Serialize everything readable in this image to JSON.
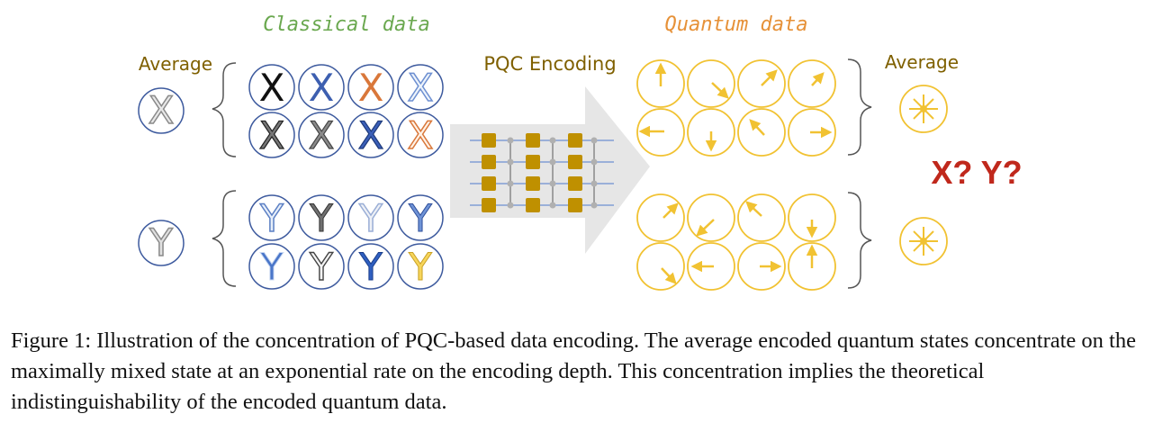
{
  "figure": {
    "classical_title": "Classical data",
    "quantum_title": "Quantum data",
    "encoding_label": "PQC Encoding",
    "average_left": "Average",
    "average_right": "Average",
    "question": "X? Y?",
    "avg_x_glyph": "X",
    "avg_y_glyph": "Y",
    "x_glyphs": [
      "X",
      "X",
      "X",
      "X",
      "X",
      "X",
      "X",
      "X"
    ],
    "y_glyphs": [
      "Y",
      "Y",
      "Y",
      "Y",
      "Y",
      "Y",
      "Y",
      "Y"
    ],
    "colors": {
      "classical_title": "#6aa84f",
      "quantum_title": "#e69138",
      "brown_text": "#7f6000",
      "circle_stroke": "#3d5a9e",
      "quantum_stroke": "#f1c232",
      "gate": "#bf9000",
      "wire": "#6d8fd1",
      "arrow_fill": "#e6e6e6",
      "question": "#c0281c"
    }
  },
  "caption": {
    "text": "Figure 1: Illustration of the concentration of PQC-based data encoding. The average encoded quantum states concentrate on the maximally mixed state at an exponential rate on the encoding depth. This concentration implies the theoretical indistinguishability of the encoded quantum data."
  }
}
